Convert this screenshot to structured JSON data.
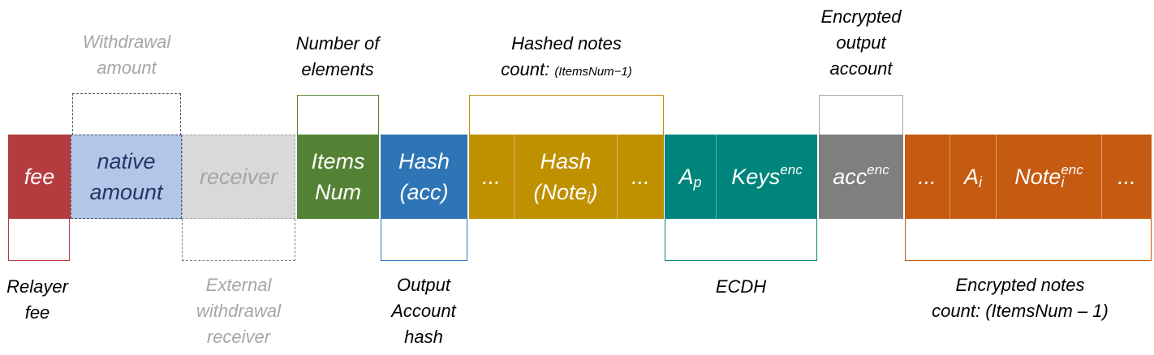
{
  "cells": {
    "fee": "fee",
    "native_l1": "native",
    "native_l2": "amount",
    "receiver": "receiver",
    "items_l1": "Items",
    "items_l2": "Num",
    "hash_acc_l1": "Hash",
    "hash_acc_l2": "(acc)",
    "dots": "...",
    "hash_note_l1": "Hash",
    "hash_note_l2_main": "(Note",
    "hash_note_l2_sub": "i",
    "hash_note_l2_end": ")",
    "ap_main": "A",
    "ap_sub": "p",
    "keys_main": "Keys",
    "keys_sup": "enc",
    "acc_main": "acc",
    "acc_sup": "enc",
    "ai_main": "A",
    "ai_sub": "i",
    "note_main": "Note",
    "note_sub": "i",
    "note_sup": "enc"
  },
  "labels": {
    "withdrawal_l1": "Withdrawal",
    "withdrawal_l2": "amount",
    "number_l1": "Number of",
    "number_l2": "elements",
    "hashed_l1": "Hashed notes",
    "hashed_l2_main": "count:",
    "hashed_l2_small": "(ItemsNum−1)",
    "encrypted_out_l1": "Encrypted",
    "encrypted_out_l2": "output",
    "encrypted_out_l3": "account",
    "relayer_l1": "Relayer",
    "relayer_l2": "fee",
    "external_l1": "External",
    "external_l2": "withdrawal",
    "external_l3": "receiver",
    "output_l1": "Output",
    "output_l2": "Account",
    "output_l3": "hash",
    "ecdh": "ECDH",
    "enc_notes_l1": "Encrypted notes",
    "enc_notes_l2": "count: (ItemsNum – 1)"
  },
  "colors": {
    "fee": "#b43c3f",
    "native": "#b4c6e7",
    "receiver": "#d9d9d9",
    "items": "#548235",
    "hash_acc": "#2e75b6",
    "hashed_notes": "#bf9000",
    "ecdh": "#00857c",
    "acc_enc": "#7f7f7f",
    "enc_notes": "#c55a11"
  }
}
